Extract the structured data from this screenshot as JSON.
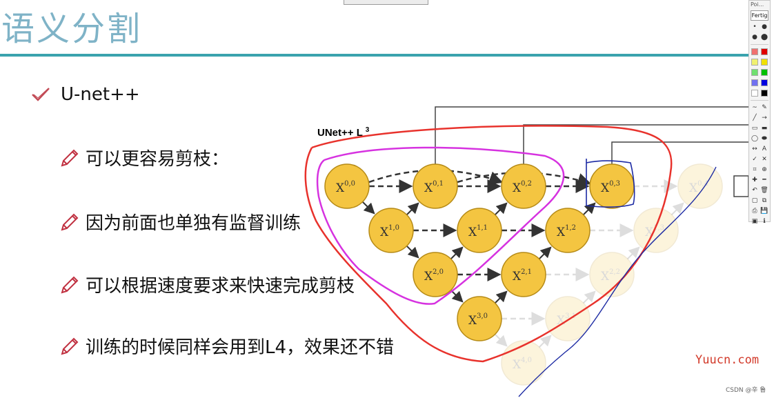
{
  "slide": {
    "title": "语义分割",
    "main_bullet": "U-net++",
    "sub_bullets": [
      "可以更容易剪枝：",
      "因为前面也单独有监督训练",
      "可以根据速度要求来快速完成剪枝",
      "训练的时候同样会用到L4，效果还不错"
    ]
  },
  "diagram": {
    "label": "UNet++ L",
    "label_sup": "3",
    "nodes": [
      {
        "base": "X",
        "sup": "0,0",
        "col": 0,
        "row": 0,
        "faded": false
      },
      {
        "base": "X",
        "sup": "0,1",
        "col": 1,
        "row": 0,
        "faded": false
      },
      {
        "base": "X",
        "sup": "0,2",
        "col": 2,
        "row": 0,
        "faded": false
      },
      {
        "base": "X",
        "sup": "0,3",
        "col": 3,
        "row": 0,
        "faded": false
      },
      {
        "base": "X",
        "sup": "0,4",
        "col": 4,
        "row": 0,
        "faded": true
      },
      {
        "base": "X",
        "sup": "1,0",
        "col": 0,
        "row": 1,
        "faded": false
      },
      {
        "base": "X",
        "sup": "1,1",
        "col": 1,
        "row": 1,
        "faded": false
      },
      {
        "base": "X",
        "sup": "1,2",
        "col": 2,
        "row": 1,
        "faded": false
      },
      {
        "base": "X",
        "sup": "1,3",
        "col": 3,
        "row": 1,
        "faded": true
      },
      {
        "base": "X",
        "sup": "2,0",
        "col": 0,
        "row": 2,
        "faded": false
      },
      {
        "base": "X",
        "sup": "2,1",
        "col": 1,
        "row": 2,
        "faded": false
      },
      {
        "base": "X",
        "sup": "2,2",
        "col": 2,
        "row": 2,
        "faded": true
      },
      {
        "base": "X",
        "sup": "3,0",
        "col": 0,
        "row": 3,
        "faded": false
      },
      {
        "base": "X",
        "sup": "3,1",
        "col": 1,
        "row": 3,
        "faded": true
      },
      {
        "base": "X",
        "sup": "4,0",
        "col": 0,
        "row": 4,
        "faded": true
      }
    ],
    "colors": {
      "node": "#f4c541",
      "node_stroke": "#b58a16",
      "red": "#e8322c",
      "magenta": "#d632e0",
      "blue": "#1c2aa3",
      "label": "#7a1d2c"
    }
  },
  "toolbar": {
    "header": "Poi...",
    "done_label": "Fertig",
    "colors": [
      "#f07070",
      "#e00000",
      "#f0f070",
      "#f0e000",
      "#70e070",
      "#00c000",
      "#7070f0",
      "#0000e0",
      "#ffffff",
      "#000000"
    ],
    "icons": [
      "dot-icon",
      "dot-large-icon",
      "circle-icon",
      "circle-large-icon",
      "freehand-icon",
      "highlighter-icon",
      "line-icon",
      "arrow-icon",
      "rect-icon",
      "rect-filled-icon",
      "ellipse-icon",
      "ellipse-filled-icon",
      "double-arrow-icon",
      "text-icon",
      "check-icon",
      "cross-icon",
      "crop-icon",
      "zoom-icon",
      "plus-icon",
      "minus-icon",
      "undo-icon",
      "trash-icon",
      "new-page-icon",
      "copy-icon",
      "print-icon",
      "save-icon",
      "screen-icon",
      "info-icon"
    ],
    "glyphs": [
      "•",
      "●",
      "●",
      "⬤",
      "~",
      "✎",
      "╱",
      "→",
      "▭",
      "▬",
      "◯",
      "⬬",
      "↔",
      "A",
      "✓",
      "✕",
      "⌗",
      "⊕",
      "✚",
      "━",
      "↶",
      "🗑",
      "▢",
      "⧉",
      "⎙",
      "💾",
      "▣",
      "ℹ"
    ]
  },
  "watermark": "Yuucn.com",
  "footer": "CSDN @辛 鲁"
}
